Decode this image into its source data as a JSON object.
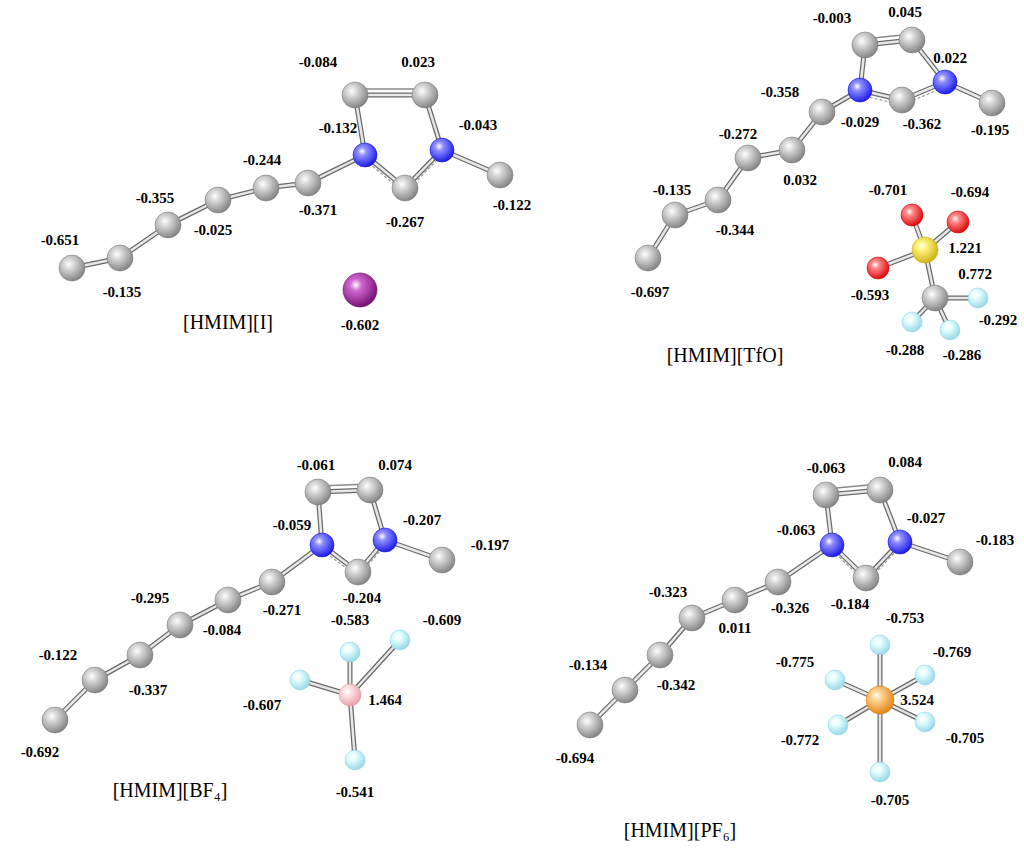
{
  "diagram": {
    "labels": [
      "-0.084",
      "0.023",
      "-0.132",
      "-0.043",
      "-0.244",
      "-0.355",
      "-0.371",
      "-0.651",
      "-0.025",
      "-0.267",
      "-0.122",
      "-0.135",
      "[HMIM][I]",
      "-0.602",
      "-0.003",
      "0.045",
      "0.022",
      "-0.358",
      "-0.029",
      "-0.362",
      "-0.195",
      "-0.272",
      "0.032",
      "-0.701",
      "-0.694",
      "-0.135",
      "1.221",
      "-0.344",
      "0.772",
      "-0.593",
      "-0.292",
      "-0.697",
      "[HMIM][TfO]",
      "-0.288",
      "-0.286",
      "-0.061",
      "0.074",
      "-0.207",
      "-0.197",
      "-0.059",
      "-0.204",
      "-0.583",
      "-0.609",
      "-0.295",
      "-0.271",
      "-0.084",
      "-0.607",
      "1.464",
      "-0.122",
      "-0.337",
      "-0.692",
      "[HMIM][BF₄]",
      "-0.541",
      "-0.063",
      "0.084",
      "-0.027",
      "-0.183",
      "-0.063",
      "-0.323",
      "-0.326",
      "0.011",
      "-0.184",
      "-0.753",
      "-0.775",
      "-0.769",
      "-0.134",
      "-0.342",
      "3.524",
      "-0.694",
      "-0.772",
      "-0.705",
      "-0.705",
      "[HMIM][PF₆]"
    ]
  }
}
